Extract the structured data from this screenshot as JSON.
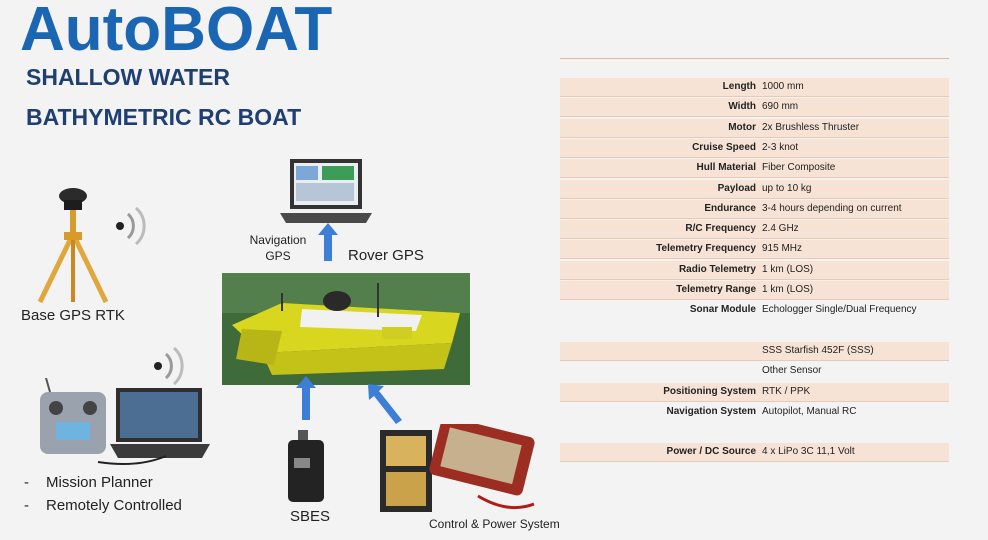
{
  "title": {
    "brand": "AutoBOAT",
    "line1": "SHALLOW WATER",
    "line2": "BATHYMETRIC RC BOAT"
  },
  "labels": {
    "base_gps": "Base GPS RTK",
    "navigation_gps_1": "Navigation",
    "navigation_gps_2": "GPS",
    "rover_gps": "Rover GPS",
    "mission_planner": "Mission Planner",
    "remotely_controlled": "Remotely Controlled",
    "bullet": "-",
    "sbes": "SBES",
    "control_power": "Control & Power System"
  },
  "specs": [
    {
      "key": "Length",
      "value": "1000 mm",
      "shaded": true
    },
    {
      "key": "Width",
      "value": "690 mm",
      "shaded": true
    },
    {
      "key": "Motor",
      "value": "2x Brushless Thruster",
      "shaded": true
    },
    {
      "key": "Cruise Speed",
      "value": "2-3 knot",
      "shaded": true
    },
    {
      "key": "Hull Material",
      "value": "Fiber Composite",
      "shaded": true
    },
    {
      "key": "Payload",
      "value": "up to 10 kg",
      "shaded": true
    },
    {
      "key": "Endurance",
      "value": "3-4 hours depending on current",
      "shaded": true
    },
    {
      "key": "R/C Frequency",
      "value": "2.4 GHz",
      "shaded": true
    },
    {
      "key": "Telemetry Frequency",
      "value": "915 MHz",
      "shaded": true
    },
    {
      "key": "Radio Telemetry",
      "value": "1 km (LOS)",
      "shaded": true
    },
    {
      "key": "Telemetry Range",
      "value": "1 km (LOS)",
      "shaded": true
    },
    {
      "key": "Sonar Module",
      "value": "Echologger Single/Dual Frequency",
      "shaded": false
    },
    {
      "key": "",
      "value": "",
      "shaded": false
    },
    {
      "key": "",
      "value": "SSS Starfish 452F (SSS)",
      "shaded": true
    },
    {
      "key": "",
      "value": "Other Sensor",
      "shaded": false
    },
    {
      "key": "Positioning System",
      "value": "RTK / PPK",
      "shaded": true
    },
    {
      "key": "Navigation System",
      "value": "Autopilot, Manual RC",
      "shaded": false
    },
    {
      "key": "",
      "value": "",
      "shaded": false
    },
    {
      "key": "Power / DC Source",
      "value": "4 x LiPo 3C 11,1 Volt",
      "shaded": true
    }
  ],
  "colors": {
    "brand": "#1a66b3",
    "subtitle": "#1f3f73",
    "arrow": "#3d7fd6",
    "row_shade": "#f6e3d5",
    "boat": "#e8e43a"
  }
}
